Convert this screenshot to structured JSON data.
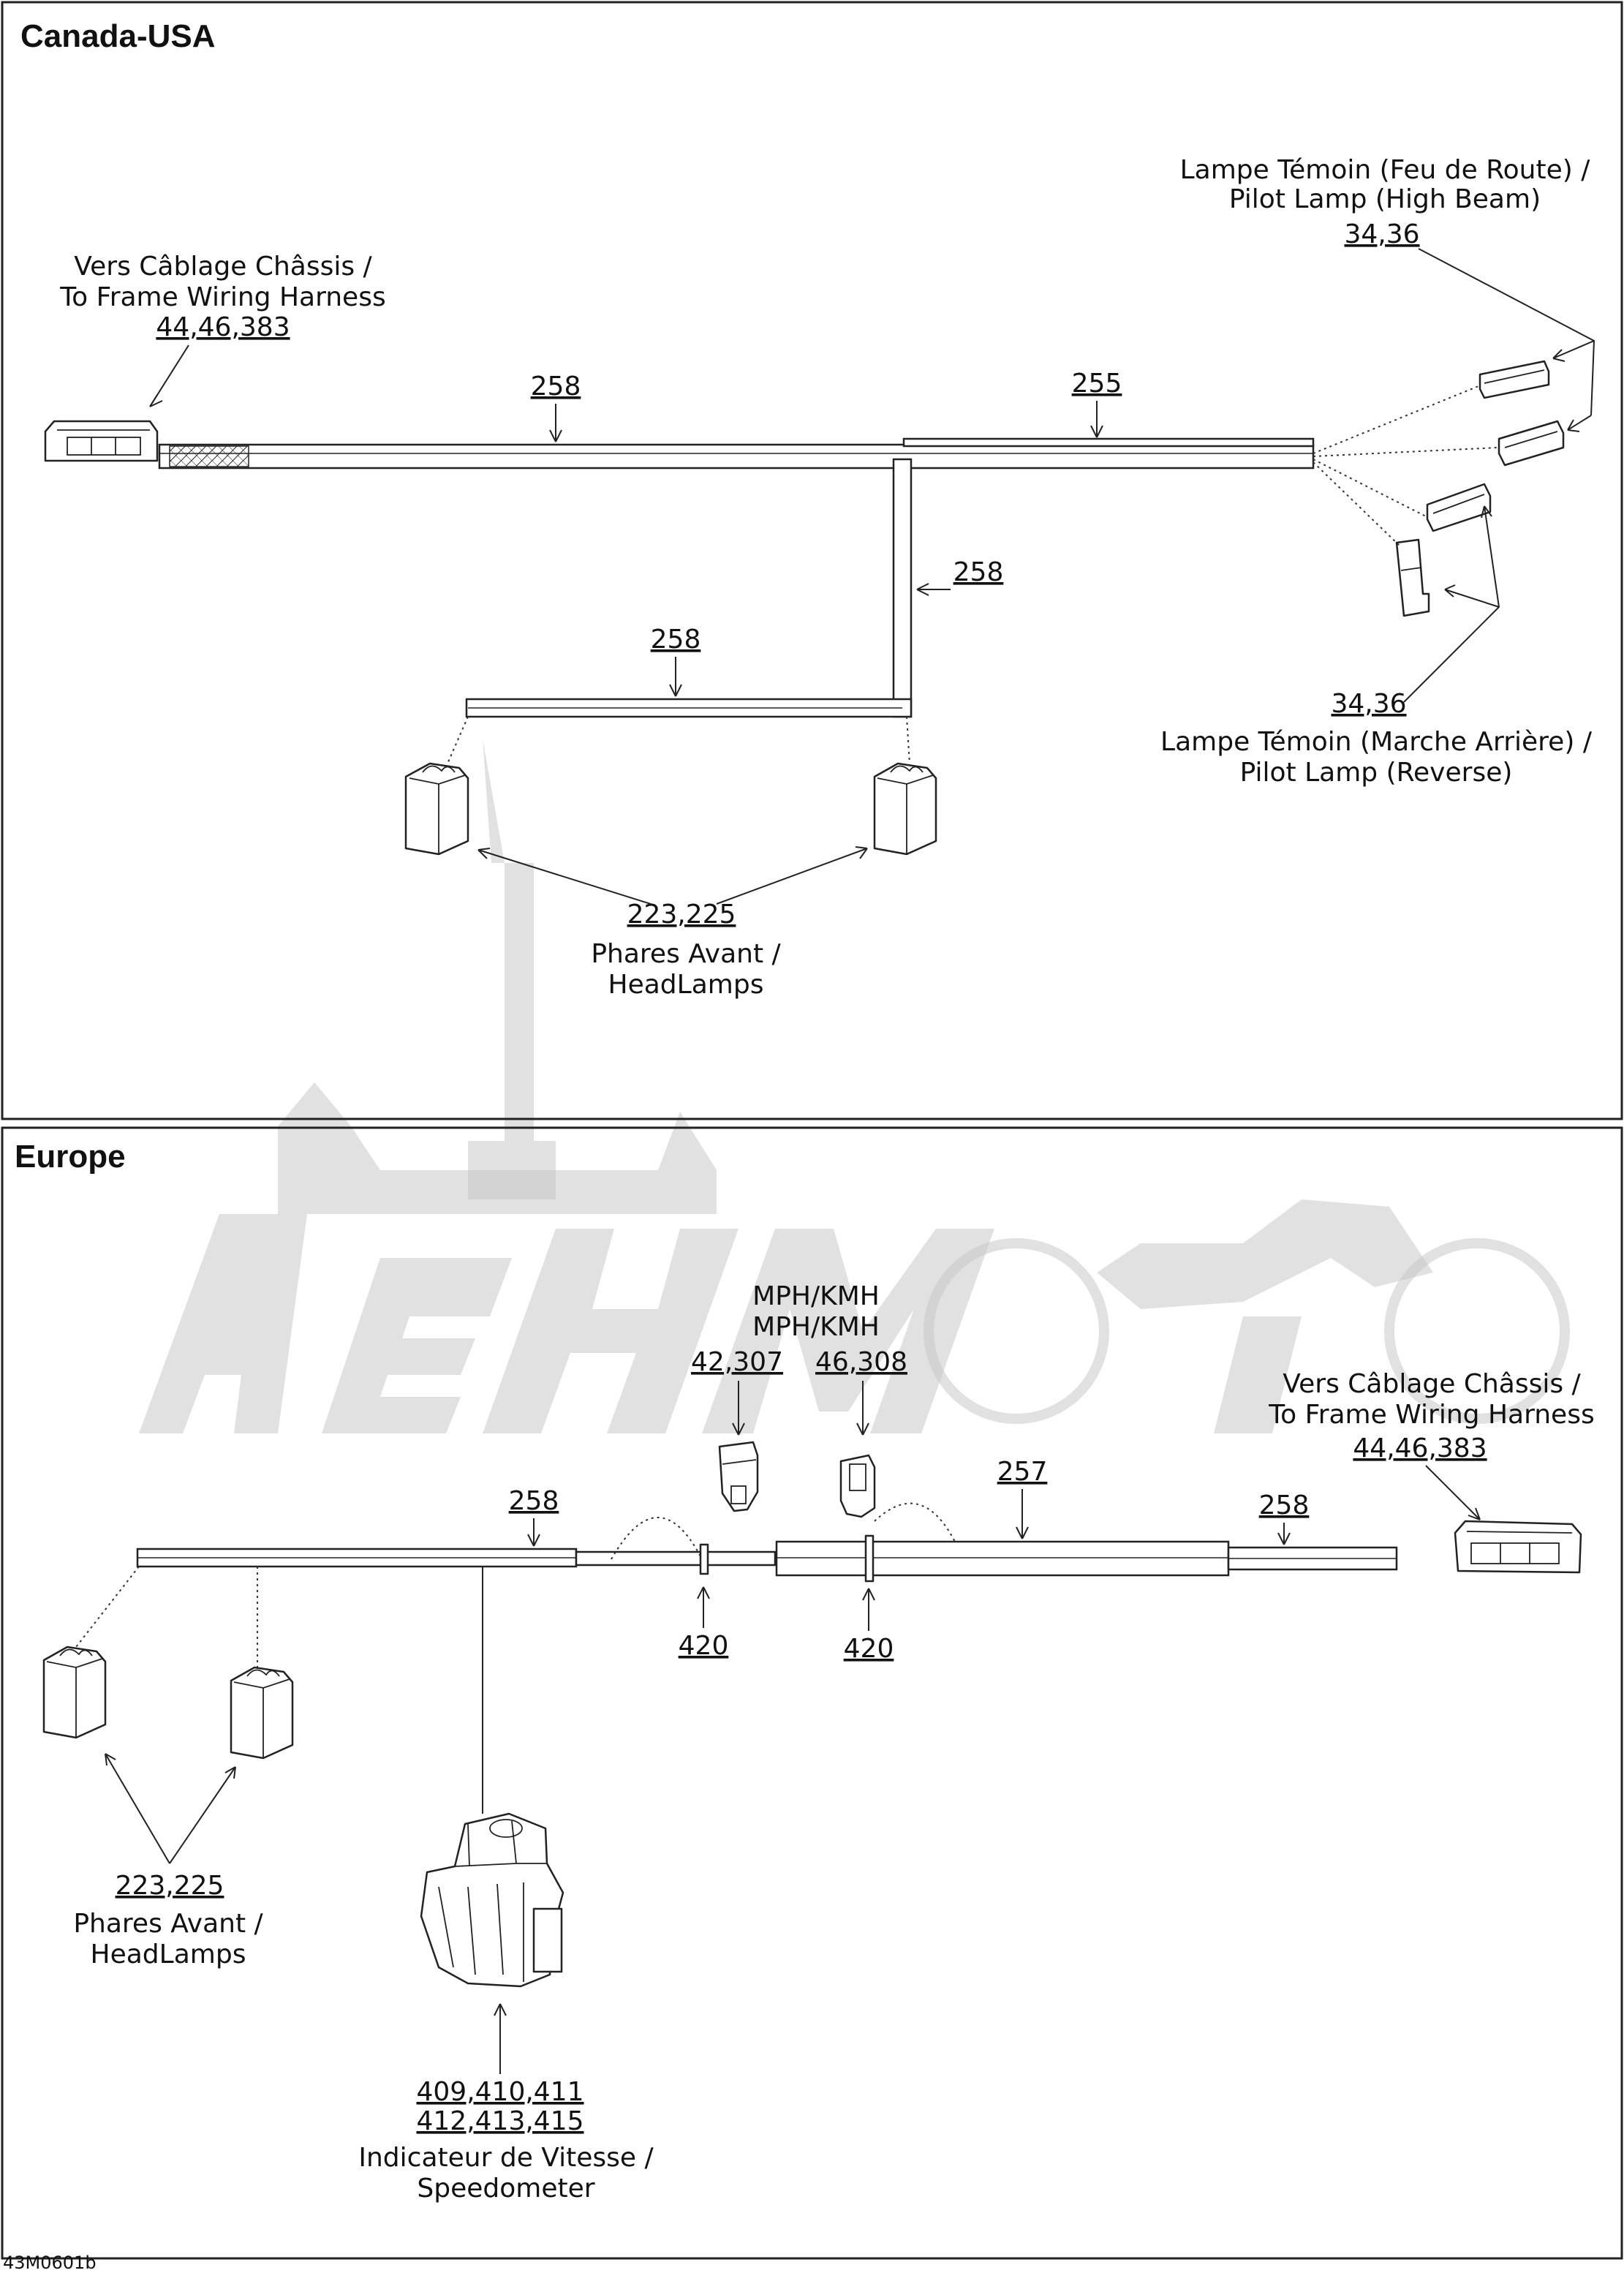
{
  "sections": {
    "canada": {
      "title": "Canada-USA"
    },
    "europe": {
      "title": "Europe"
    }
  },
  "canada": {
    "frame_harness": {
      "fr": "Vers Câblage Châssis /",
      "en": "To Frame Wiring Harness",
      "ref": "44,46,383"
    },
    "highbeam": {
      "fr": "Lampe Témoin (Feu de Route) /",
      "en": "Pilot Lamp (High Beam)",
      "ref": "34,36"
    },
    "reverse": {
      "ref": "34,36",
      "fr": "Lampe Témoin (Marche Arrière) /",
      "en": "Pilot Lamp (Reverse)"
    },
    "headlamps": {
      "ref": "223,225",
      "fr": "Phares Avant /",
      "en": "HeadLamps"
    },
    "harness_labels": {
      "main": "258",
      "right": "255",
      "vertical": "258",
      "lower": "258"
    }
  },
  "europe": {
    "speed_units": {
      "line1": "MPH/KMH",
      "line2": "MPH/KMH"
    },
    "connector_a_ref": "42,307",
    "connector_b_ref": "46,308",
    "frame_harness": {
      "fr": "Vers Câblage Châssis /",
      "en": "To Frame Wiring Harness",
      "ref": "44,46,383"
    },
    "harness_labels": {
      "left": "258",
      "middle": "257",
      "right": "258"
    },
    "clip_a_ref": "420",
    "clip_b_ref": "420",
    "headlamps": {
      "ref": "223,225",
      "fr": "Phares Avant /",
      "en": "HeadLamps"
    },
    "speedometer": {
      "ref1": "409,410,411",
      "ref2": "412,413,415",
      "fr": "Indicateur de Vitesse /",
      "en": "Speedometer"
    }
  },
  "figure_code": "43M0601b"
}
